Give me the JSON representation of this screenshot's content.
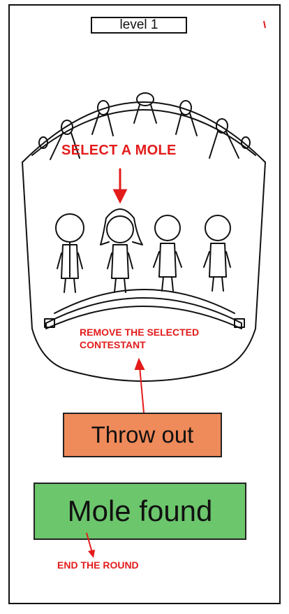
{
  "header": {
    "level_label": "level 1"
  },
  "annotations": {
    "select_mole": "SELECT A MOLE",
    "remove_selected": "REMOVE THE SELECTED CONTESTANT",
    "end_round": "END THE ROUND"
  },
  "actions": {
    "throw_out_label": "Throw out",
    "mole_found_label": "Mole found"
  },
  "colors": {
    "annotation_red": "#e31b1b",
    "throw_out_bg": "#ef8a5a",
    "mole_found_bg": "#6cc66c"
  }
}
